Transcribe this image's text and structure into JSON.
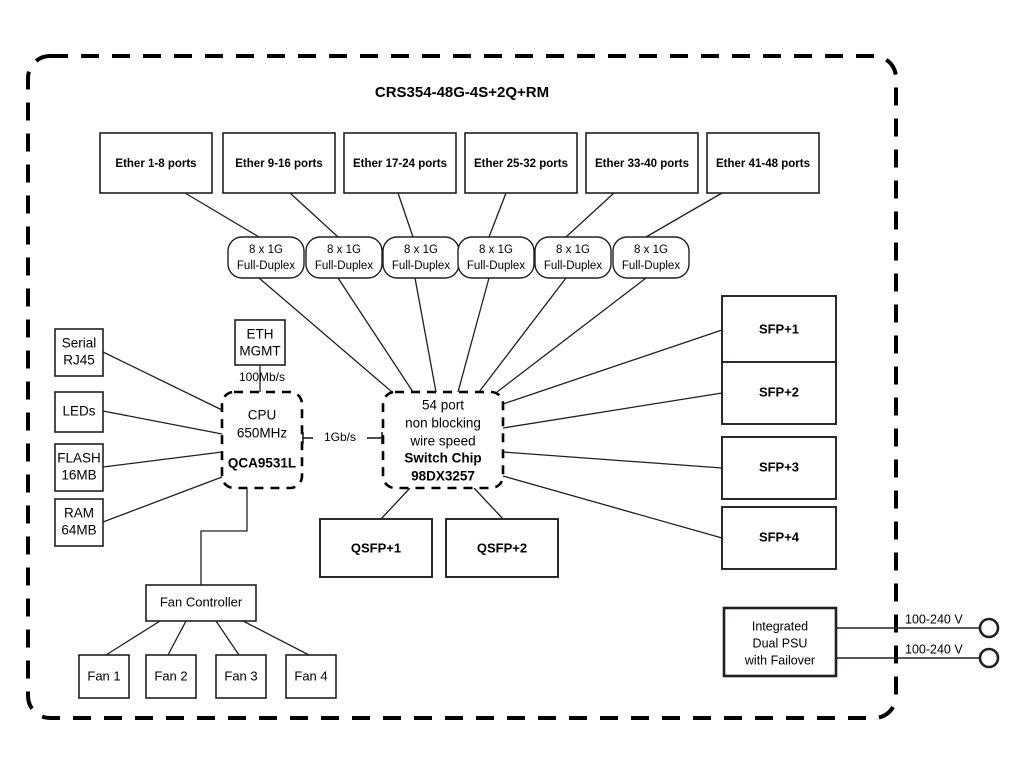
{
  "diagram": {
    "title": "CRS354-48G-4S+2Q+RM",
    "chassis_label": "device-chassis-boundary"
  },
  "ether_ports": [
    {
      "label": "Ether 1-8 ports"
    },
    {
      "label": "Ether 9-16 ports"
    },
    {
      "label": "Ether 17-24 ports"
    },
    {
      "label": "Ether 25-32 ports"
    },
    {
      "label": "Ether 33-40 ports"
    },
    {
      "label": "Ether 41-48 ports"
    }
  ],
  "phy_groups": [
    {
      "line1": "8 x 1G",
      "line2": "Full-Duplex"
    },
    {
      "line1": "8 x 1G",
      "line2": "Full-Duplex"
    },
    {
      "line1": "8 x 1G",
      "line2": "Full-Duplex"
    },
    {
      "line1": "8 x 1G",
      "line2": "Full-Duplex"
    },
    {
      "line1": "8 x 1G",
      "line2": "Full-Duplex"
    },
    {
      "line1": "8 x 1G",
      "line2": "Full-Duplex"
    }
  ],
  "peripherals": [
    {
      "name": "serial",
      "line1": "Serial",
      "line2": "RJ45"
    },
    {
      "name": "leds",
      "line1": "LEDs",
      "line2": ""
    },
    {
      "name": "flash",
      "line1": "FLASH",
      "line2": "16MB"
    },
    {
      "name": "ram",
      "line1": "RAM",
      "line2": "64MB"
    }
  ],
  "eth_mgmt": {
    "line1": "ETH",
    "line2": "MGMT",
    "speed_label": "100Mb/s"
  },
  "cpu": {
    "line1": "CPU",
    "line2": "650MHz",
    "line3": "QCA9531L"
  },
  "cpu_switch_link": {
    "label": "1Gb/s"
  },
  "switch_chip": {
    "line1": "54 port",
    "line2": "non blocking",
    "line3": "wire speed",
    "line4": "Switch Chip",
    "line5": "98DX3257"
  },
  "sfp_ports": [
    {
      "label": "SFP+1"
    },
    {
      "label": "SFP+2"
    },
    {
      "label": "SFP+3"
    },
    {
      "label": "SFP+4"
    }
  ],
  "qsfp_ports": [
    {
      "label": "QSFP+1"
    },
    {
      "label": "QSFP+2"
    }
  ],
  "fan_controller": {
    "label": "Fan Controller"
  },
  "fans": [
    {
      "label": "Fan 1"
    },
    {
      "label": "Fan 2"
    },
    {
      "label": "Fan 3"
    },
    {
      "label": "Fan 4"
    }
  ],
  "psu": {
    "line1": "Integrated",
    "line2": "Dual PSU",
    "line3": "with Failover",
    "inputs": [
      {
        "label": "100-240 V"
      },
      {
        "label": "100-240 V"
      }
    ]
  },
  "colors": {
    "stroke": "#231f20",
    "chassis": "#000000",
    "background": "#ffffff"
  }
}
